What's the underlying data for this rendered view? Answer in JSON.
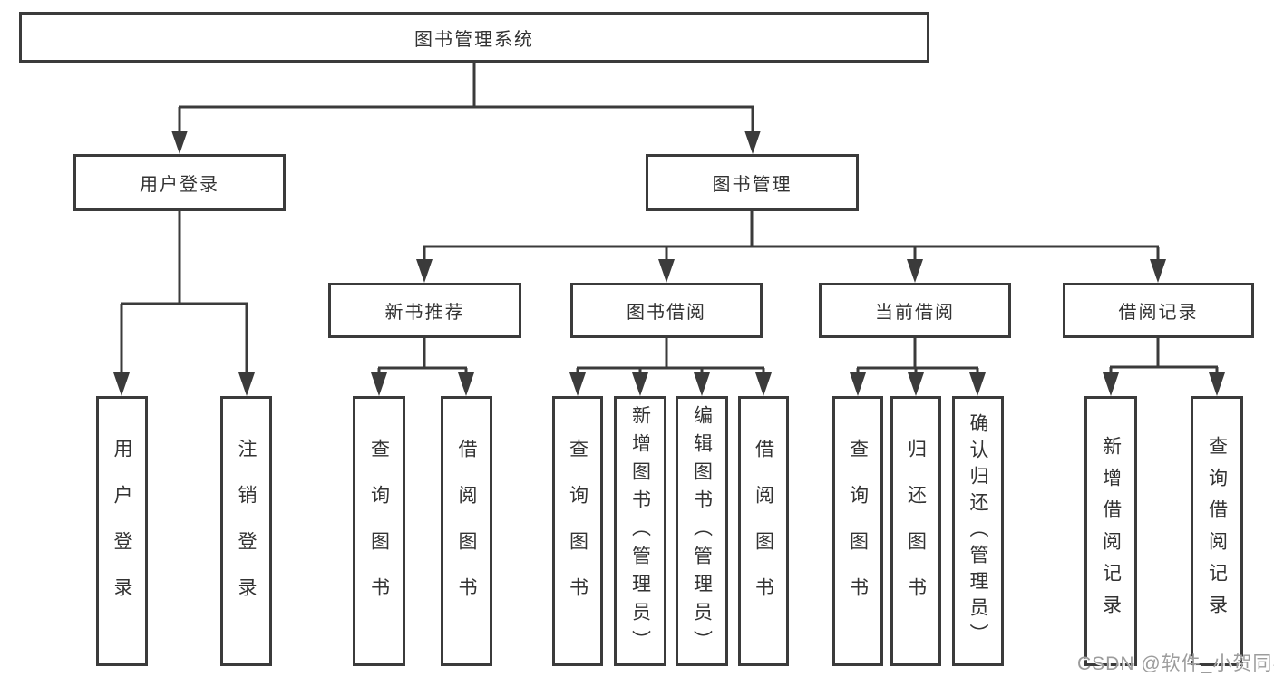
{
  "diagram": {
    "root": "图书管理系统",
    "level1": {
      "user_login": "用户登录",
      "book_mgmt": "图书管理"
    },
    "level2": {
      "new_book_rec": "新书推荐",
      "book_borrow": "图书借阅",
      "current_borrow": "当前借阅",
      "borrow_record": "借阅记录"
    },
    "leaves": {
      "login": "用户登录",
      "logout": "注销登录",
      "rec_query": "查询图书",
      "rec_borrow": "借阅图书",
      "bb_query": "查询图书",
      "bb_add": "新增图书（管理员）",
      "bb_edit": "编辑图书（管理员）",
      "bb_borrow": "借阅图书",
      "cb_query": "查询图书",
      "cb_return": "归还图书",
      "cb_confirm": "确认归还（管理员）",
      "br_add": "新增借阅记录",
      "br_query": "查询借阅记录"
    }
  },
  "watermark": {
    "text": "CSDN @软件_小贺同学"
  },
  "colors": {
    "line": "#3b3b3b",
    "text": "#333333",
    "background": "#ffffff",
    "watermark": "#9c9c9c"
  }
}
